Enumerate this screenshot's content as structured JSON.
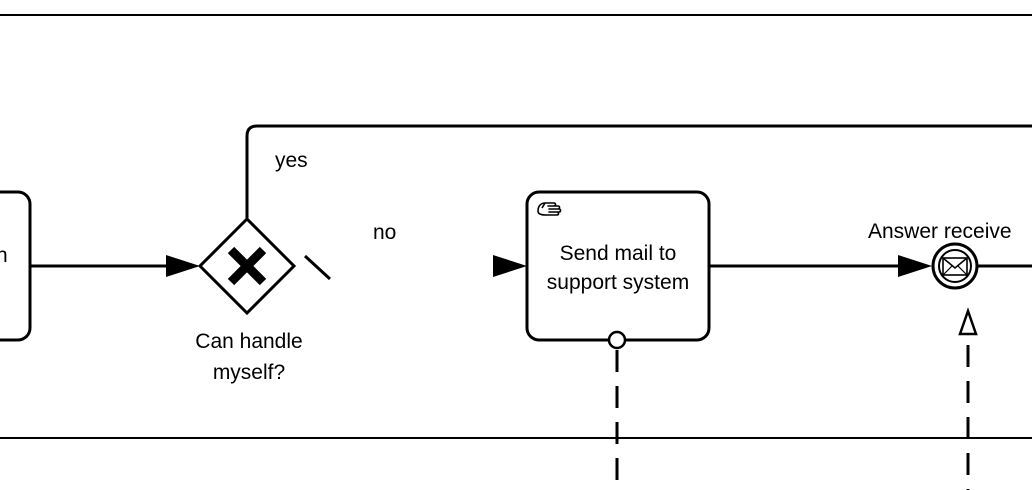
{
  "diagram": {
    "tasks": {
      "left_task_label": "n",
      "send_mail_line1": "Send mail to",
      "send_mail_line2": "support system"
    },
    "gateway": {
      "label_line1": "Can handle",
      "label_line2": "myself?"
    },
    "flows": {
      "yes_label": "yes",
      "no_label": "no"
    },
    "events": {
      "answer_received_label": "Answer receive"
    },
    "icons": {
      "manual_task": "hand-icon",
      "gateway_marker": "x-icon",
      "message_event": "envelope-icon"
    },
    "colors": {
      "stroke": "#000000",
      "background": "#ffffff"
    }
  }
}
